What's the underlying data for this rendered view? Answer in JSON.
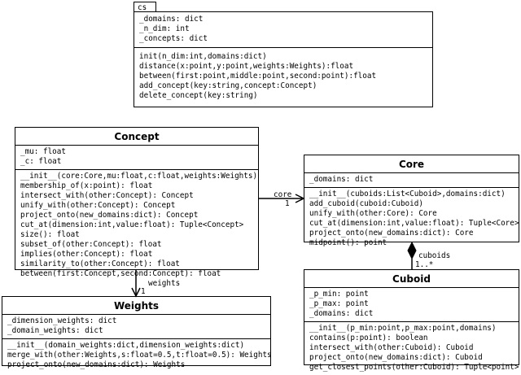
{
  "cs": {
    "tab": "cs",
    "attributes": [
      "_domains: dict",
      "_n_dim: int",
      "_concepts: dict"
    ],
    "methods": [
      "init(n_dim:int,domains:dict)",
      "distance(x:point,y:point,weights:Weights):float",
      "between(first:point,middle:point,second:point):float",
      "add_concept(key:string,concept:Concept)",
      "delete_concept(key:string)"
    ]
  },
  "concept": {
    "title": "Concept",
    "attributes": [
      "_mu: float",
      "_c: float"
    ],
    "methods": [
      "__init__(core:Core,mu:float,c:float,weights:Weights)",
      "membership_of(x:point): float",
      "intersect_with(other:Concept): Concept",
      "unify_with(other:Concept): Concept",
      "project_onto(new_domains:dict): Concept",
      "cut_at(dimension:int,value:float): Tuple<Concept>",
      "size(): float",
      "subset_of(other:Concept): float",
      "implies(other:Concept): float",
      "similarity_to(other:Concept): float",
      "between(first:Concept,second:Concept): float"
    ]
  },
  "core": {
    "title": "Core",
    "attributes": [
      "_domains: dict"
    ],
    "methods": [
      "__init__(cuboids:List<Cuboid>,domains:dict)",
      "add_cuboid(cuboid:Cuboid)",
      "unify_with(other:Core): Core",
      "cut_at(dimension:int,value:float): Tuple<Core>",
      "project_onto(new_domains:dict): Core",
      "midpoint(): point"
    ]
  },
  "weights": {
    "title": "Weights",
    "attributes": [
      "_dimension_weights: dict",
      "_domain_weights: dict"
    ],
    "methods": [
      "__init__(domain_weights:dict,dimension_weights:dict)",
      "merge_with(other:Weights,s:float=0.5,t:float=0.5): Weights",
      "project_onto(new_domains:dict): Weights"
    ]
  },
  "cuboid": {
    "title": "Cuboid",
    "attributes": [
      "_p_min: point",
      "_p_max: point",
      "_domains: dict"
    ],
    "methods": [
      "__init__(p_min:point,p_max:point,domains)",
      "contains(p:point): boolean",
      "intersect_with(other:Cuboid): Cuboid",
      "project_onto(new_domains:dict): Cuboid",
      "get_closest_points(other:Cuboid): Tuple<point>"
    ]
  },
  "associations": {
    "concept_core": {
      "role": "core",
      "multiplicity": "1"
    },
    "concept_weights": {
      "role": "weights",
      "multiplicity": "1"
    },
    "core_cuboid": {
      "role": "cuboids",
      "multiplicity": "1..*"
    }
  }
}
